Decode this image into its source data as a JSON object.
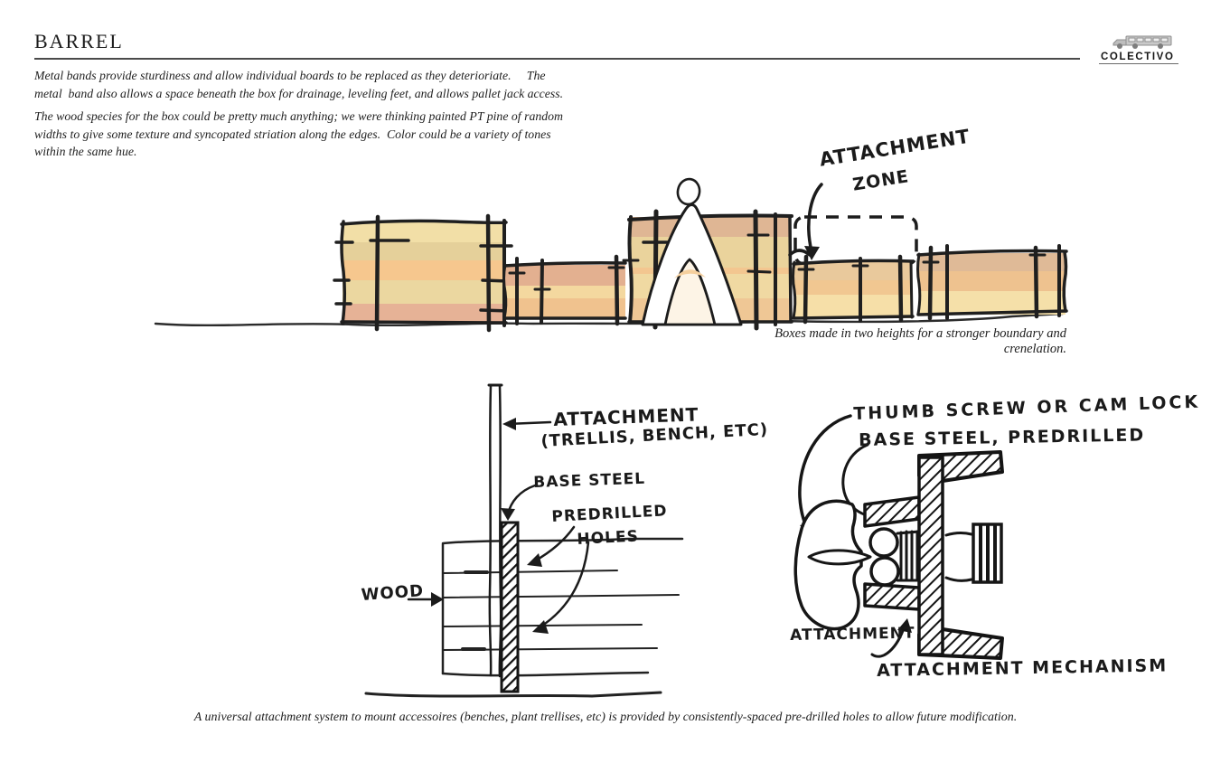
{
  "page": {
    "title": "BARREL",
    "logo": {
      "brand": "COLECTIVO",
      "icon": "truck-icon"
    },
    "intro_paragraphs": [
      "Metal bands provide sturdiness and allow individual boards to be replaced as they deterioriate.     The\nmetal  band also allows a space beneath the box for drainage, leveling feet, and allows pallet jack access.",
      "The wood species for the box could be pretty much anything; we were thinking painted PT pine of random\nwidths to give some texture and syncopated striation along the edges.  Color could be a variety of tones\nwithin the same hue."
    ]
  },
  "panorama": {
    "annotation_line1": "ATTACHMENT",
    "annotation_line2": "ZONE",
    "caption": "Boxes made in two heights for a stronger boundary and crenelation.",
    "palette": {
      "ink": "#1f1f1f",
      "stripe_yellow": "#f2dfa7",
      "stripe_tan": "#e5d09a",
      "stripe_orange": "#f6c78e",
      "stripe_salmon": "#e6b296",
      "stripe_peach": "#efc795"
    }
  },
  "detail_left": {
    "label_attachment": "ATTACHMENT",
    "label_attachment_sub": "(TRELLIS, BENCH, ETC)",
    "label_base_steel": "BASE STEEL",
    "label_predrilled_1": "PREDRILLED",
    "label_predrilled_2": "HOLES",
    "label_wood": "WOOD"
  },
  "detail_right": {
    "label_thumb_screw": "THUMB SCREW OR CAM LOCK",
    "label_base_steel": "BASE STEEL, PREDRILLED",
    "label_attachment": "ATTACHMENT",
    "title": "ATTACHMENT MECHANISM"
  },
  "footer_caption": "A universal attachment system to mount accessoires (benches, plant trellises, etc) is provided by consistently-spaced pre-drilled holes to allow future modification."
}
